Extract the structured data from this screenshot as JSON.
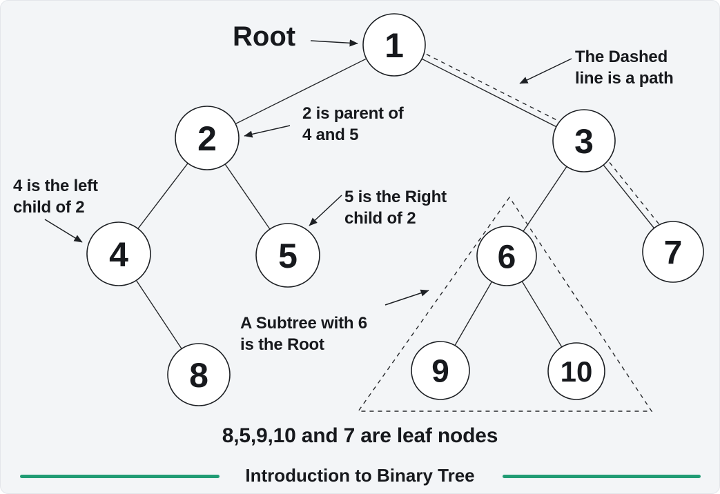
{
  "colors": {
    "background": "#f3f5f7",
    "node_fill": "#ffffff",
    "line": "#26282b",
    "text": "#17191d",
    "accent_green": "#219c74"
  },
  "tree": {
    "nodes": [
      {
        "label": "1"
      },
      {
        "label": "2"
      },
      {
        "label": "3"
      },
      {
        "label": "4"
      },
      {
        "label": "5"
      },
      {
        "label": "6"
      },
      {
        "label": "7"
      },
      {
        "label": "8"
      },
      {
        "label": "9"
      },
      {
        "label": "10"
      }
    ],
    "edges": [
      {
        "from": "1",
        "to": "2",
        "style": "solid"
      },
      {
        "from": "1",
        "to": "3",
        "style": "solid",
        "overlay": "dashed-path"
      },
      {
        "from": "2",
        "to": "4",
        "style": "solid"
      },
      {
        "from": "2",
        "to": "5",
        "style": "solid"
      },
      {
        "from": "3",
        "to": "6",
        "style": "solid"
      },
      {
        "from": "3",
        "to": "7",
        "style": "solid",
        "overlay": "dashed-path"
      },
      {
        "from": "4",
        "to": "8",
        "style": "solid"
      },
      {
        "from": "6",
        "to": "9",
        "style": "solid"
      },
      {
        "from": "6",
        "to": "10",
        "style": "solid"
      }
    ],
    "subtree_highlight": {
      "shape": "dashed-triangle",
      "nodes": [
        "6",
        "9",
        "10"
      ]
    }
  },
  "annotations": {
    "root_label": "Root",
    "dashed_path_note": "The Dashed\nline is a path",
    "parent_note": "2 is parent of\n4 and 5",
    "left_child_note": "4 is the left\nchild of 2",
    "right_child_note": "5 is the Right\nchild of 2",
    "subtree_note": "A Subtree with 6\nis the Root",
    "leaf_nodes_note": "8,5,9,10 and 7 are leaf nodes"
  },
  "footer": {
    "title": "Introduction to Binary Tree"
  }
}
